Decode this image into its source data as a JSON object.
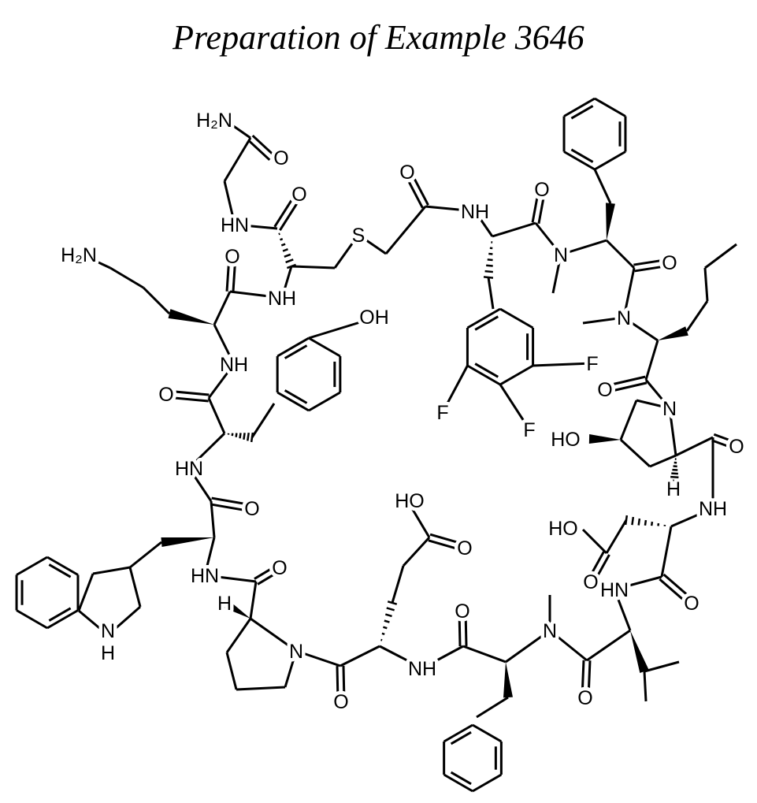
{
  "title": "Preparation of Example 3646",
  "atom_labels": [
    "H₂N",
    "O",
    "HN",
    "O",
    "S",
    "O",
    "NH",
    "O",
    "N",
    "O",
    "N",
    "H₂N",
    "O",
    "NH",
    "OH",
    "NH",
    "O",
    "F",
    "F",
    "F",
    "O",
    "N",
    "HO",
    "O",
    "H",
    "HN",
    "O",
    "NH",
    "HO",
    "O",
    "HO",
    "O",
    "HN",
    "O",
    "HN",
    "O",
    "H",
    "N",
    "H",
    "O",
    "N",
    "N",
    "NH",
    "O",
    "O"
  ],
  "colors": {
    "ink": "#000000",
    "background": "#ffffff"
  }
}
